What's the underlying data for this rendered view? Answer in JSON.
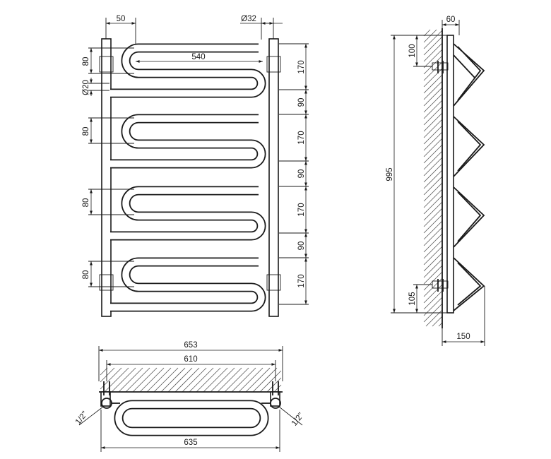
{
  "front_view": {
    "top_offset": "50",
    "pipe_diameter": "Ø32",
    "inner_width": "540",
    "loop_height": "80",
    "bar_diameter": "Ø20",
    "right_dims": [
      "170",
      "90",
      "170",
      "90",
      "170",
      "90",
      "170"
    ]
  },
  "side_view": {
    "depth_top": "60",
    "top_mount": "100",
    "total_height": "995",
    "bottom_mount": "105",
    "projection": "150"
  },
  "bottom_view": {
    "overall_width": "653",
    "mount_width": "610",
    "body_width": "635",
    "thread_left": "1/2\"",
    "thread_right": "1/2\""
  }
}
